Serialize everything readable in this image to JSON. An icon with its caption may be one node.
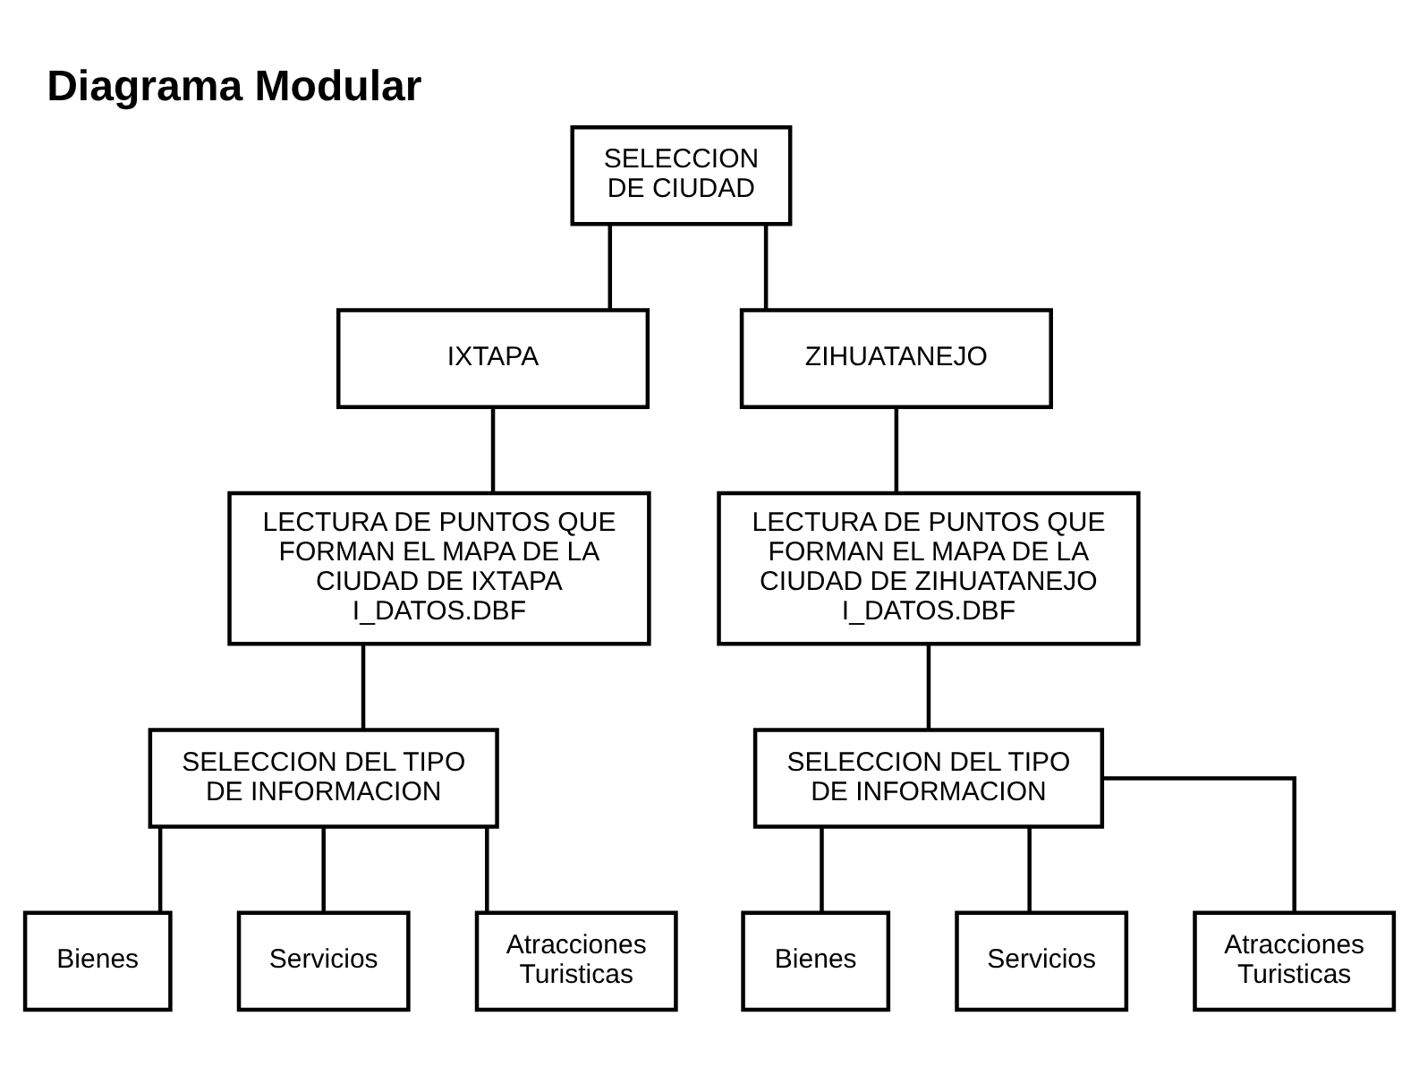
{
  "diagram": {
    "title": "Diagrama Modular",
    "nodes": [
      {
        "text": [
          "SELECCION DE CIUDAD"
        ]
      },
      {
        "text": [
          "IXTAPA"
        ]
      },
      {
        "text": [
          "ZIHUATANEJO"
        ]
      },
      {
        "text": [
          "LECTURA DE PUNTOS QUE FORMAN EL MAPA DE LA CIUDAD DE IXTAPA",
          "I_DATOS.DBF"
        ]
      },
      {
        "text": [
          "LECTURA DE PUNTOS QUE FORMAN EL MAPA DE LA CIUDAD DE ZIHUATANEJO",
          "I_DATOS.DBF"
        ]
      },
      {
        "text": [
          "SELECCION DEL TIPO DE INFORMACION"
        ]
      },
      {
        "text": [
          "SELECCION DEL TIPO DE INFORMACION"
        ]
      },
      {
        "text": [
          "Bienes"
        ]
      },
      {
        "text": [
          "Servicios"
        ]
      },
      {
        "text": [
          "Atracciones Turisticas"
        ]
      },
      {
        "text": [
          "Bienes"
        ]
      },
      {
        "text": [
          "Servicios"
        ]
      },
      {
        "text": [
          "Atracciones Turisticas"
        ]
      }
    ],
    "edges": [
      {
        "from": 0,
        "to": 1,
        "arrow": "none"
      },
      {
        "from": 0,
        "to": 2,
        "arrow": "none"
      },
      {
        "from": 1,
        "to": 3,
        "arrow": "none"
      },
      {
        "from": 2,
        "to": 4,
        "arrow": "none"
      },
      {
        "from": 3,
        "to": 5,
        "arrow": "none"
      },
      {
        "from": 4,
        "to": 6,
        "arrow": "none"
      },
      {
        "from": 5,
        "to": 7,
        "arrow": "none"
      },
      {
        "from": 5,
        "to": 8,
        "arrow": "none"
      },
      {
        "from": 5,
        "to": 9,
        "arrow": "none"
      },
      {
        "from": 6,
        "to": 10,
        "arrow": "none"
      },
      {
        "from": 6,
        "to": 11,
        "arrow": "none"
      },
      {
        "from": 6,
        "to": 12,
        "arrow": "none"
      }
    ]
  }
}
